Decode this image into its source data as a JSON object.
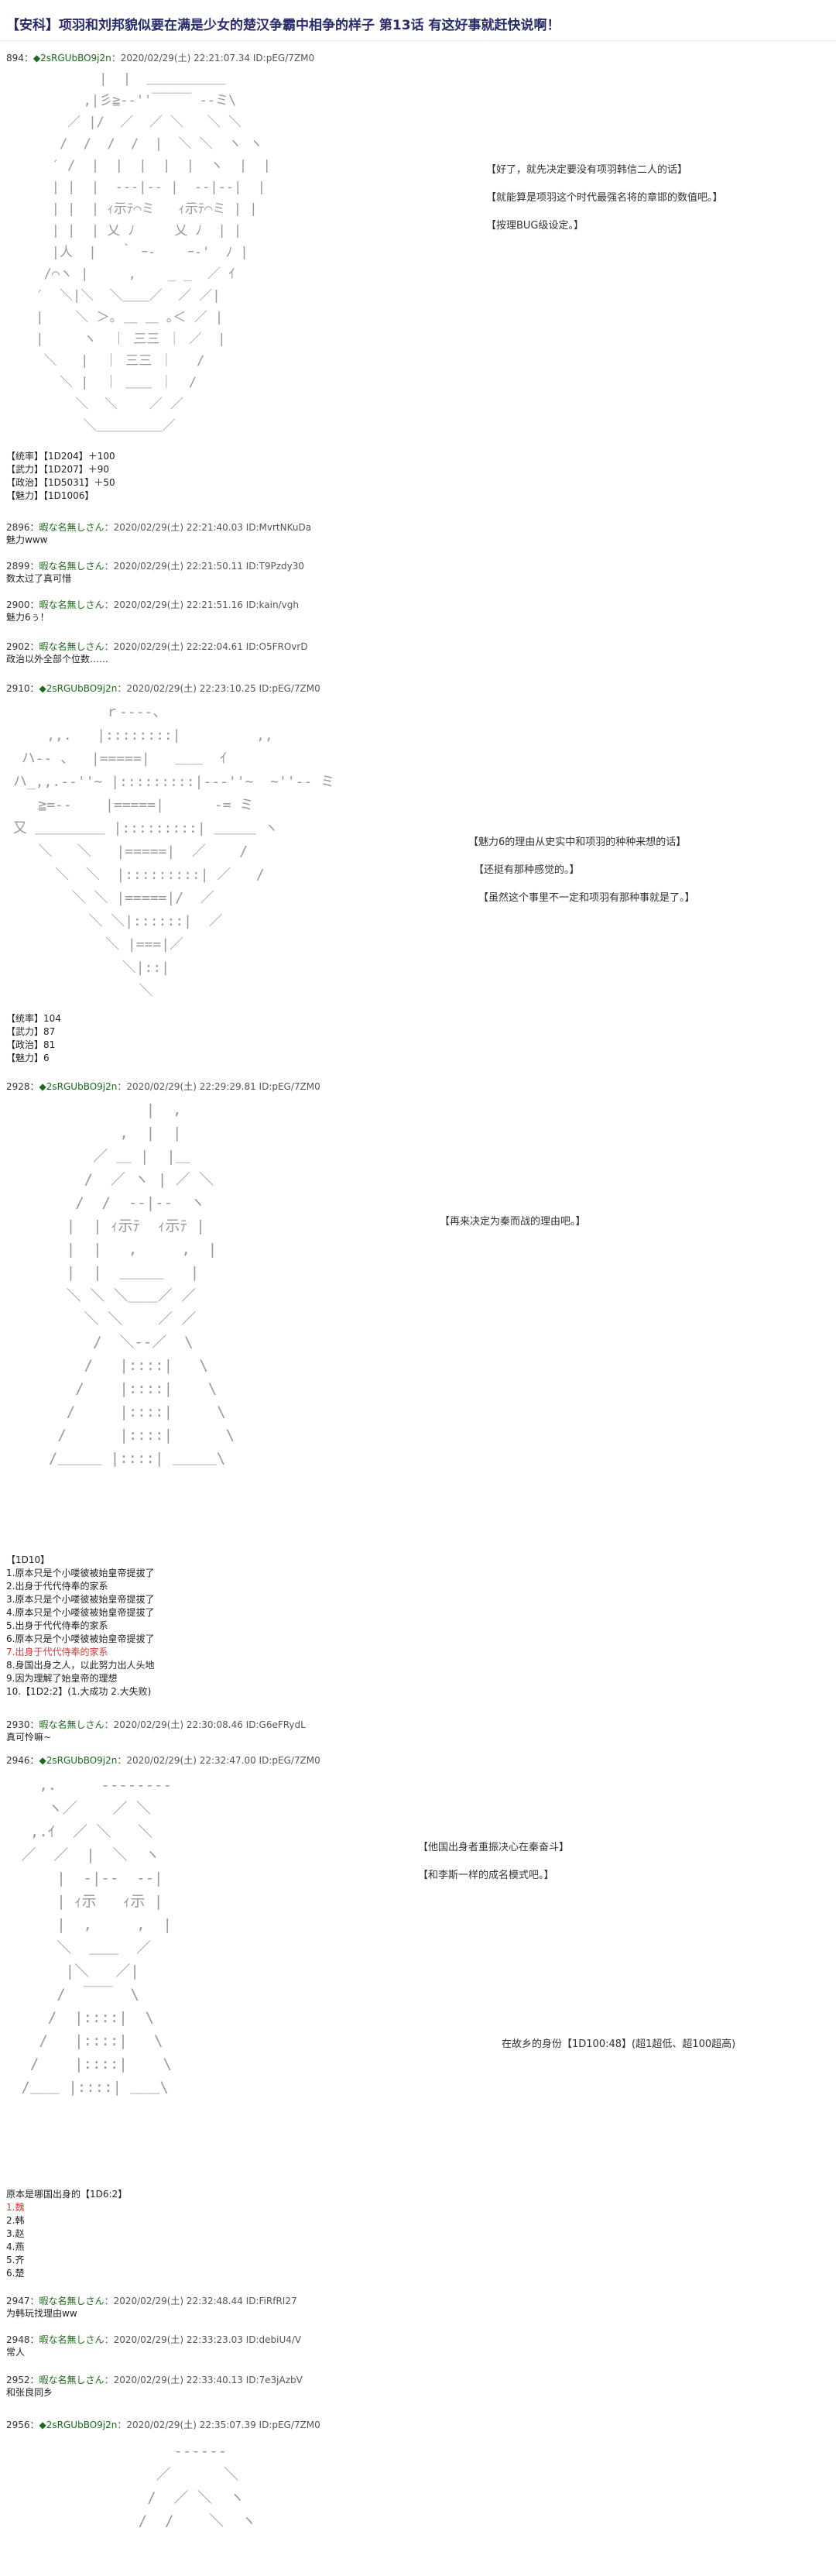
{
  "page": {
    "title": "【安科】项羽和刘邦貌似要在满是少女的楚汉争霸中相争的样子 第13话 有这好事就赶快说啊！"
  },
  "posts": [
    {
      "header": {
        "num": "894：",
        "mark": "◆",
        "name": "2sRGUbBO9j2n",
        "meta": "：2020/02/29(土) 22:21:07.34 ID:pEG/7ZM0"
      },
      "notes": [
        "【好了，就先决定要没有项羽韩信二人的话】",
        "【就能算是项羽这个时代最强名将的章邯的数值吧。】",
        "【按理BUG级设定。】"
      ],
      "body": [
        "【统率】【1D204】＋100",
        "【武力】【1D207】＋90",
        "【政治】【1D5031】＋50",
        "【魅力】【1D1006】"
      ]
    },
    {
      "header": {
        "num": "2896：",
        "mark": "",
        "name": "暇な名無しさん",
        "meta": "：2020/02/29(土) 22:21:40.03 ID:MvrtNKuDa"
      },
      "body": [
        "魅力www"
      ]
    },
    {
      "header": {
        "num": "2899：",
        "mark": "",
        "name": "暇な名無しさん",
        "meta": "：2020/02/29(土) 22:21:50.11 ID:T9Pzdy30"
      },
      "body": [
        "数太过了真可惜"
      ]
    },
    {
      "header": {
        "num": "2900：",
        "mark": "",
        "name": "暇な名無しさん",
        "meta": "：2020/02/29(土) 22:21:51.16 ID:kain/vgh"
      },
      "body": [
        "魅力6ぅ！"
      ]
    },
    {
      "header": {
        "num": "2902：",
        "mark": "",
        "name": "暇な名無しさん",
        "meta": "：2020/02/29(土) 22:22:04.61 ID:O5FROvrD"
      },
      "body": [
        "政治以外全部个位数……"
      ]
    },
    {
      "header": {
        "num": "2910：",
        "mark": "◆",
        "name": "2sRGUbBO9j2n",
        "meta": "：2020/02/29(土) 22:23:10.25 ID:pEG/7ZM0"
      },
      "notes": [
        "【魅力6的理由从史实中和项羽的种种来想的话】",
        "【还挺有那种感觉的。】",
        "【虽然这个事里不一定和项羽有那种事就是了。】"
      ],
      "body": [
        "【统率】104",
        "【武力】87",
        "【政治】81",
        "【魅力】6"
      ]
    },
    {
      "header": {
        "num": "2928：",
        "mark": "◆",
        "name": "2sRGUbBO9j2n",
        "meta": "：2020/02/29(土) 22:29:29.81 ID:pEG/7ZM0"
      },
      "notes": [
        "【再来决定为秦而战的理由吧。】"
      ],
      "body": [
        "【1D10】",
        "1.原本只是个小喽彼被始皇帝提拔了",
        "2.出身于代代侍奉的家系",
        "3.原本只是个小喽彼被始皇帝提拔了",
        "4.原本只是个小喽彼被始皇帝提拔了",
        "5.出身于代代侍奉的家系",
        "6.原本只是个小喽彼被始皇帝提拔了",
        "7.出身于代代侍奉的家系",
        "8.身国出身之人，以此努力出人头地",
        "9.因为理解了始皇帝的理想",
        "10.【1D2:2】(1.大成功 2.大失败)"
      ]
    },
    {
      "header": {
        "num": "2930：",
        "mark": "",
        "name": "暇な名無しさん",
        "meta": "：2020/02/29(土) 22:30:08.46 ID:G6eFRydL"
      },
      "body": [
        "真可怜嘛~"
      ]
    },
    {
      "header": {
        "num": "2946：",
        "mark": "◆",
        "name": "2sRGUbBO9j2n",
        "meta": "：2020/02/29(土) 22:32:47.00 ID:pEG/7ZM0"
      },
      "notes": [
        "【他国出身者重振决心在秦奋斗】",
        "【和李斯一样的成名模式吧。】",
        "在故乡的身份【1D100:48】(超1超低、超100超高)"
      ],
      "body": [
        "原本是哪国出身的【1D6:2】",
        "1.魏",
        "2.韩",
        "3.赵",
        "4.燕",
        "5.齐",
        "6.楚"
      ]
    },
    {
      "header": {
        "num": "2947：",
        "mark": "",
        "name": "暇な名無しさん",
        "meta": "：2020/02/29(土) 22:32:48.44 ID:FiRfRI27"
      },
      "body": [
        "为韩玩找理由ww"
      ]
    },
    {
      "header": {
        "num": "2948：",
        "mark": "",
        "name": "暇な名無しさん",
        "meta": "：2020/02/29(土) 22:33:23.03 ID:debiU4/V"
      },
      "body": [
        "常人"
      ]
    },
    {
      "header": {
        "num": "2952：",
        "mark": "",
        "name": "暇な名無しさん",
        "meta": "：2020/02/29(土) 22:33:40.13 ID:7e3jAzbV"
      },
      "body": [
        "和张良同乡"
      ]
    },
    {
      "header": {
        "num": "2956：",
        "mark": "◆",
        "name": "2sRGUbBO9j2n",
        "meta": "：2020/02/29(土) 22:35:07.39 ID:pEG/7ZM0"
      },
      "body": []
    }
  ],
  "aa_blocks": {
    "aa1": "         |  |  ＿＿＿＿＿＿\n       ,|彡≧-‐''￣￣￣ ‐-ミ\\\n     ／ |/  ／  ／ ＼   ＼ ＼\n    /  /  /  /  |  ＼ ＼  ヽ ヽ\n   ′ /  |  |  |  |  |  ヽ  |  |\n   | |  |  ‐‐‐|‐‐ |  ‐‐|‐‐|  |\n   | |  | ｨ示ﾃ⌒ミ   ｨ示ﾃ⌒ミ | |\n   | |  | 乂 ﾉ     乂 ﾉ  | |\n   |人  |   ｀ ｰ‐    ｰ‐'  ﾉ |\n  /⌒ヽ |     ,    _ _  ／ ｲ\n ′  ＼|＼  ＼＿＿／  ／ ／|\n |    ＼ ＞｡ ＿ ＿ ｡＜ ／ |\n |     ヽ  ｜ 三三 ｜ ／  |\n  ＼   |  ｜ 三三 ｜   /\n    ＼ |  ｜ ＿＿ ｜  /\n      ＼  ＼    ／ ／\n       ＼＿＿＿＿＿／",
    "aa2": "            ｒ‐‐‐‐、\n     ,,.   |::::::::|         ,,\n  ハ‐‐ 、  |=====|   ＿＿  ｲ\n ハ_,,.-‐''~ |:::::::::|‐‐‐''~  ~''‐- ミ\n    ≧=-‐    |=====|      ‐= ミ\n 又 ＿＿＿＿＿ |:::::::::| ＿＿＿ ヽ\n    ＼   ＼   |=====|  ／    /\n      ＼  ＼  |:::::::::| ／   /\n        ＼ ＼ |=====|/  ／\n          ＼ ＼|::::::|  ／\n            ＼ |===|／\n              ＼|::|\n                ＼",
    "aa3": "             |  ,\n          ,  |  |\n       ／ ＿ |  |＿\n      /  ／ ヽ | ／ ＼\n     /  /  ‐‐|‐‐  ヽ\n    |  | ｨ示ﾃ  ｨ示ﾃ |\n    |  |   ,     ,  |\n    |  |  ＿＿＿   |\n    ＼ ＼ ＼＿＿／ ／\n      ＼ ＼    ／ ／\n       /  ＼‐‐／  \\\n      /   |::::|   \\\n     /    |::::|    \\\n    /     |::::|     \\\n   /      |::::|      \\\n  /＿＿＿ |::::| ＿＿＿\\",
    "aa4": "   ,.     ‐‐‐‐‐‐‐‐\n    ヽ／    ／ ＼\n  ,.ｲ  ／ ＼   ＼\n ／  ／  |  ＼  ヽ\n     |  ‐|‐‐  ‐‐|\n     | ｨ示   ｨ示 |\n     |  ,     ,  |\n     ＼  ＿＿  ／\n      |＼   ／|\n     /  ￣￣  \\\n    /  |::::|  \\\n   /   |::::|   \\\n  /    |::::|    \\\n /＿＿ |::::| ＿＿\\",
    "aa5": "          ‐‐‐‐‐‐\n        ／      ＼\n       /  ／ ＼  ヽ\n      /  /    ＼  ヽ"
  },
  "colors": {
    "name": "#1b6a1b",
    "red": "#d43a3a",
    "aa": "#999999",
    "title": "#2a2a6a"
  }
}
